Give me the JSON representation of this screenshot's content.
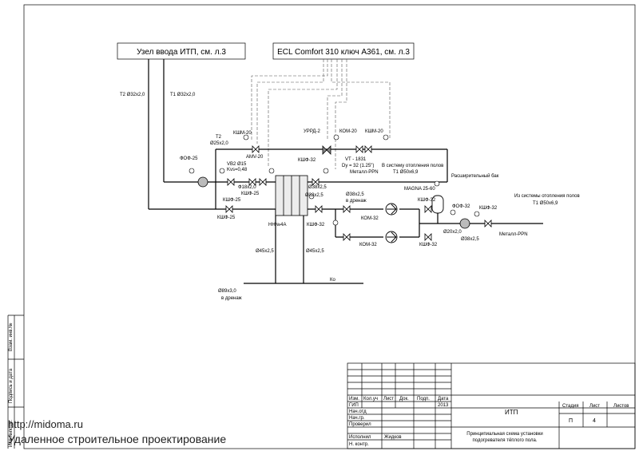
{
  "boxes": {
    "input_node": "Узел ввода ИТП, см. л.3",
    "controller": "ECL Comfort 310 ключ А361, см. л.3"
  },
  "pipe_labels": {
    "t2_in": "Т2 Ø32х2,0",
    "t1_in": "Т1 Ø32х2,0",
    "t2_branch": "Т2",
    "t2_branch_size": "Ø25х2,0",
    "ksh_m20_left": "КШМ-20",
    "amv20": "AMV-20",
    "urrd2": "УРРД-2",
    "kom20": "КОМ-20",
    "ksh_m20_right": "КШМ-20",
    "fof25": "ФОФ-25",
    "vb2": "VB2 Ø15",
    "kvs": "Kvs=0,48",
    "f18": "Ф18х2,0",
    "kshf25_a": "КШФ-25",
    "kshf25_b": "КШФ-25",
    "kshf25_c": "КШФ-25",
    "kshf32_top": "КШФ-32",
    "d38_top": "Ø38х2,5",
    "d32_mid": "Ø32х2,5",
    "vt1831": "VT - 1831",
    "dy32": "Dу = 32 (1.25\")",
    "metal_ppn_top": "Металл-PPN",
    "to_floor_heat": "В систему отопления полов",
    "t1_50": "Т1 Ø50х6,9",
    "exp_tank": "Расширительный бак",
    "magna": "MAGNA 25-60",
    "d38_drain": "Ø38х2,5",
    "v_drenazh": "в дренаж",
    "kom32_a": "КОМ-32",
    "kom32_b": "КОМ-32",
    "kshf32_a": "КШФ-32",
    "kshf32_b": "КШФ-32",
    "kshf32_c": "КШФ-32",
    "fof32": "ФОФ-32",
    "kshf32_d": "КШФ-32",
    "from_floor_heat": "Из системы отопления полов",
    "t1_50_b": "Т1 Ø50х6,9",
    "d20": "Ø20х2,0",
    "d38_bot": "Ø38х2,5",
    "metal_ppn_bot": "Металл-PPN",
    "hx": "НН№4А",
    "d45_a": "Ø45х2,5",
    "d45_b": "Ø45х2,5",
    "d89": "Ø89х3,0",
    "v_drenazh_bot": "в дренаж",
    "ko": "Ко"
  },
  "title_block": {
    "cols": [
      "Изм.",
      "Кол.уч",
      "Лист",
      "Док.",
      "Подп.",
      "Дата"
    ],
    "rows": [
      "ГИП",
      "Нач.отд",
      "Нач.гр.",
      "Проверил",
      "Исполнил",
      "Н. контр."
    ],
    "year": "2013",
    "performer": "Жидков",
    "project": "ИТП",
    "stage_h": "Стадия",
    "sheet_h": "Лист",
    "sheets_h": "Листов",
    "stage": "П",
    "sheet_no": "4",
    "drawing_title_1": "Принципиальная схема установки",
    "drawing_title_2": "подогревателя тёплого пола."
  },
  "side_stamp": [
    "Взам. инв.№",
    "Подпись и дата",
    "Инв.№подл."
  ],
  "watermark": {
    "url": "http://midoma.ru",
    "tagline": "Удаленное строительное проектирование"
  }
}
